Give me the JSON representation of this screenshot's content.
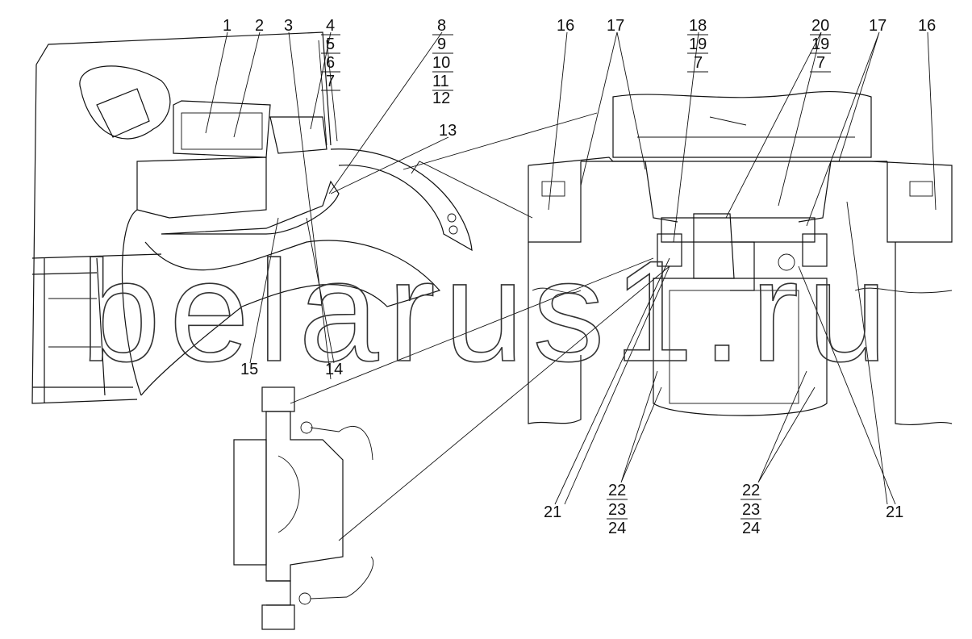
{
  "watermark": "belarus1.ru",
  "callouts": {
    "c1": "1",
    "c2": "2",
    "c3": "3",
    "c4": "4",
    "c5": "5",
    "c6": "6",
    "c7a": "7",
    "c8": "8",
    "c9": "9",
    "c10": "10",
    "c11": "11",
    "c12": "12",
    "c13": "13",
    "c14": "14",
    "c15": "15",
    "c16a": "16",
    "c17a": "17",
    "c18": "18",
    "c19a": "19",
    "c7b": "7",
    "c20": "20",
    "c19b": "19",
    "c7c": "7",
    "c17b": "17",
    "c16b": "16",
    "c21a": "21",
    "c22a": "22",
    "c23a": "23",
    "c24a": "24",
    "c22b": "22",
    "c23b": "23",
    "c24b": "24",
    "c21b": "21"
  }
}
